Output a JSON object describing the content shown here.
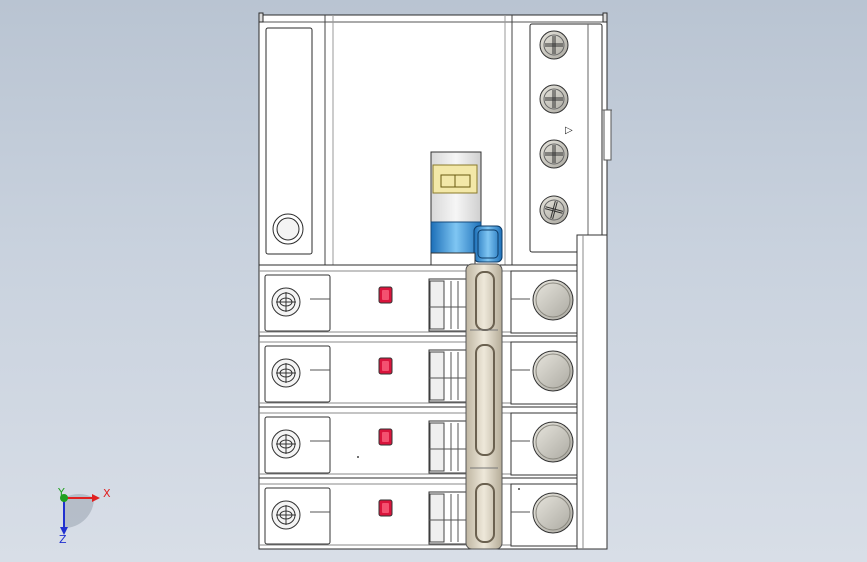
{
  "viewport": {
    "background_top": "#b9c4d2",
    "background_bottom": "#d8dee7"
  },
  "breaker": {
    "body_color": "#ffffff",
    "outline_color": "#2b2b2b",
    "poles": 4,
    "indicator_color": "#d9143c",
    "terminal_cap_color": "#c8c6bd",
    "busbar_color": "#d8d2c3",
    "toggle_window_color": "#f3e8a8",
    "toggle_window_symbol": "I",
    "toggle_blue": "#2f8fd8",
    "arrow_glyph": "▷"
  },
  "triad": {
    "x_label": "X",
    "y_label": "Y",
    "z_label": "Z",
    "x_color": "#e02020",
    "y_color": "#20a020",
    "z_color": "#2030d0"
  }
}
